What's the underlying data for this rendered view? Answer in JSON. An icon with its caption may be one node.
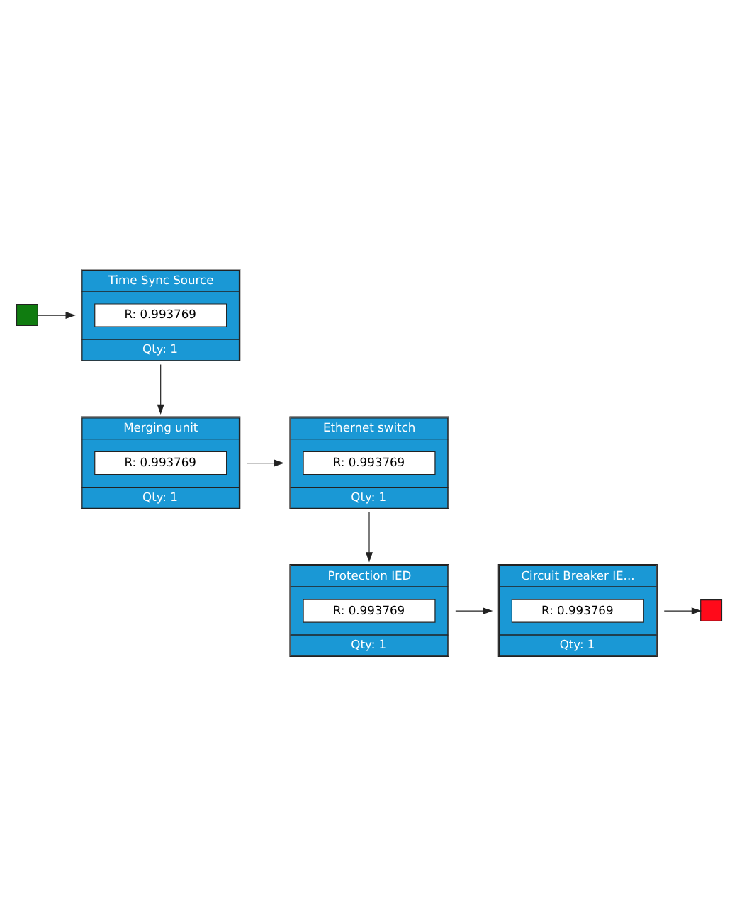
{
  "diagram": {
    "nodes": [
      {
        "text": [],
        "shape": "box"
      },
      {
        "text": [
          "Time Sync Source",
          "R: 0.993769",
          "Qty: 1"
        ]
      },
      {
        "text": [
          "Merging unit",
          "R: 0.993769",
          "Qty: 1"
        ]
      },
      {
        "text": [
          "Ethernet switch",
          "R: 0.993769",
          "Qty: 1"
        ]
      },
      {
        "text": [
          "Protection IED",
          "R: 0.993769",
          "Qty: 1"
        ]
      },
      {
        "text": [
          "Circuit Breaker IE...",
          "R: 0.993769",
          "Qty: 1"
        ]
      },
      {
        "text": [],
        "shape": "box"
      }
    ],
    "edges": [
      {
        "from": 0,
        "to": 1,
        "arrow": "to"
      },
      {
        "from": 1,
        "to": 2,
        "arrow": "to"
      },
      {
        "from": 2,
        "to": 3,
        "arrow": "to"
      },
      {
        "from": 3,
        "to": 4,
        "arrow": "to"
      },
      {
        "from": 4,
        "to": 5,
        "arrow": "to"
      },
      {
        "from": 5,
        "to": 6,
        "arrow": "to"
      }
    ]
  }
}
